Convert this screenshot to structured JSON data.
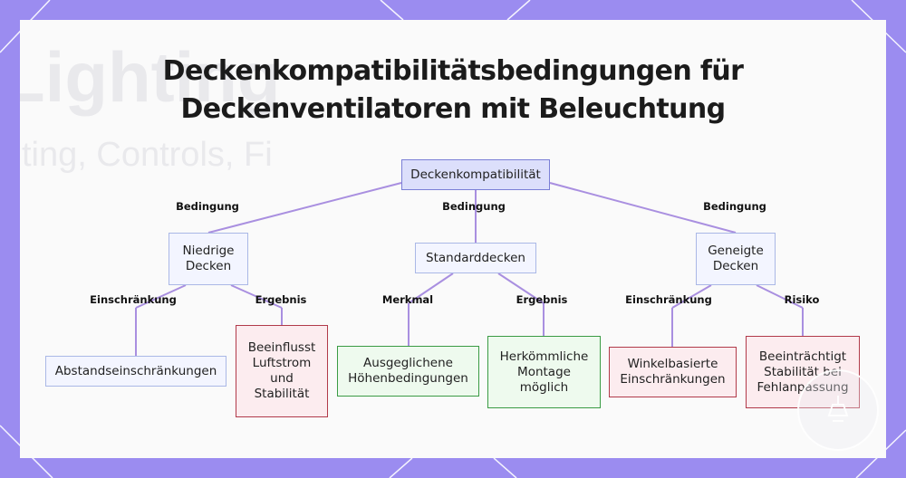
{
  "title": {
    "line1": "Deckenkompatibilitätsbedingungen für",
    "line2": "Deckenventilatoren mit Beleuchtung"
  },
  "nodes": {
    "root": "Deckenkompatibilität",
    "low": "Niedrige Decken",
    "standard": "Standarddecken",
    "sloped": "Geneigte Decken",
    "low_limit": "Abstandseinschränkungen",
    "low_result": "Beeinflusst Luftstrom und Stabilität",
    "std_feature": "Ausgeglichene Höhenbedingungen",
    "std_result": "Herkömmliche Montage möglich",
    "slope_limit": "Winkelbasierte Einschränkungen",
    "slope_risk": "Beeinträchtigt Stabilität bei Fehlanpassung"
  },
  "edge_labels": {
    "cond_low": "Bedingung",
    "cond_std": "Bedingung",
    "cond_slope": "Bedingung",
    "low_limit": "Einschränkung",
    "low_result": "Ergebnis",
    "std_feature": "Merkmal",
    "std_result": "Ergebnis",
    "slope_limit": "Einschränkung",
    "slope_risk": "Risiko"
  },
  "background": {
    "ghost_title": "Lighting",
    "ghost_sub": "ting, Controls, Fi"
  },
  "colors": {
    "frame": "#9b8cf0",
    "connector": "#a98fe0",
    "root_fill": "#dcdffb",
    "blue_fill": "#f3f5ff",
    "red_border": "#b13a4a",
    "green_border": "#3a9b44"
  }
}
